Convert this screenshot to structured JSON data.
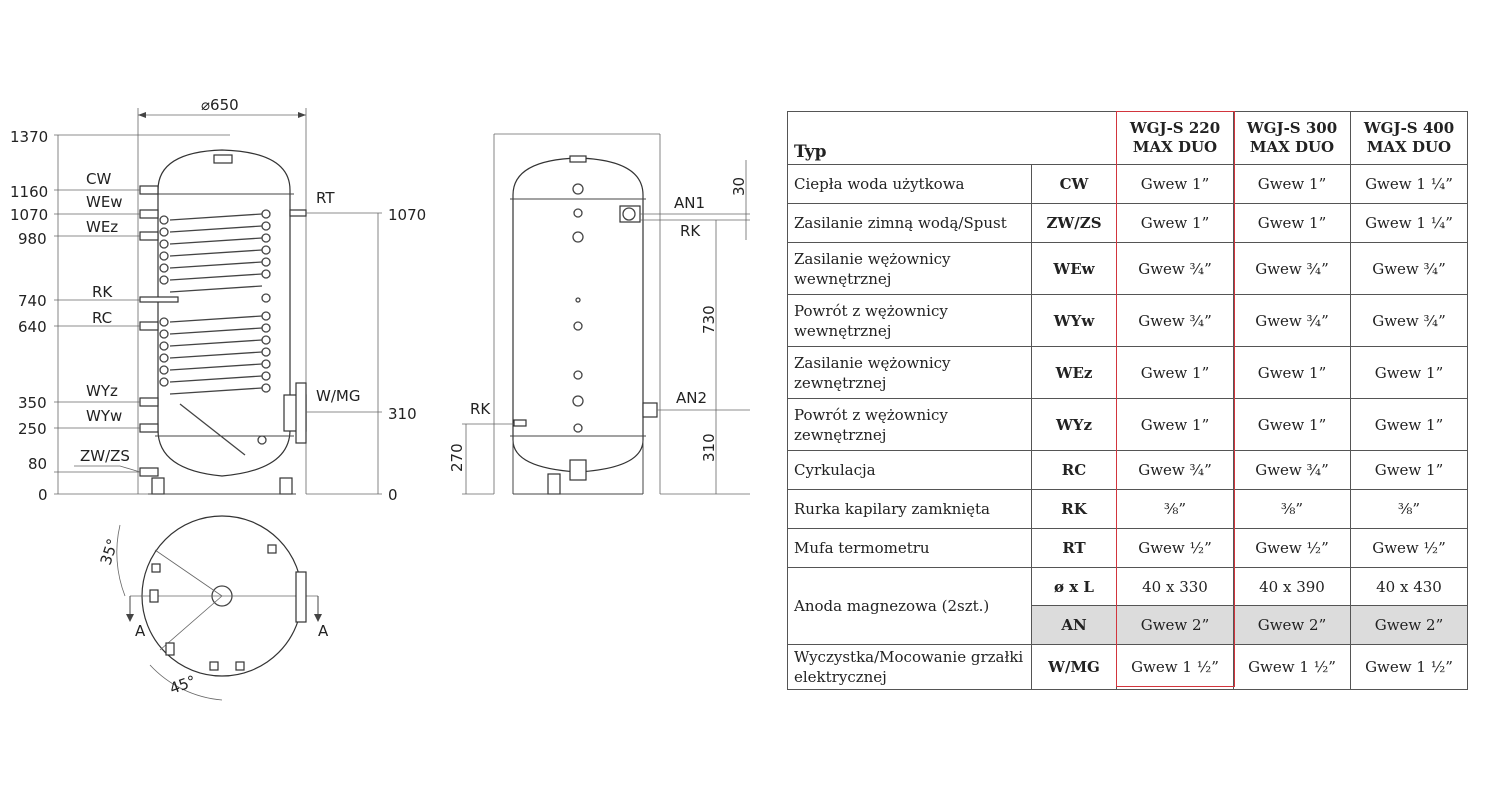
{
  "front_view": {
    "diameter": "650",
    "levels_left": [
      "1370",
      "1160",
      "1070",
      "980",
      "740",
      "640",
      "350",
      "250",
      "80",
      "0"
    ],
    "levels_right": [
      "1070",
      "310",
      "0"
    ],
    "labels_left": [
      "CW",
      "WEw",
      "WEz",
      "RK",
      "RC",
      "WYz",
      "WYw",
      "ZW/ZS"
    ],
    "labels_right": [
      "RT",
      "W/MG"
    ]
  },
  "side_view": {
    "labels_right": [
      "AN1",
      "RK",
      "AN2"
    ],
    "label_left": "RK",
    "dims": [
      "30",
      "730",
      "310",
      "270"
    ]
  },
  "top_view": {
    "angle_top": "35°",
    "angle_bottom": "45°",
    "section_left": "A",
    "section_right": "A"
  },
  "table": {
    "header": {
      "type": "Typ",
      "models": [
        "WGJ-S 220\nMAX DUO",
        "WGJ-S 300\nMAX DUO",
        "WGJ-S 400\nMAX DUO"
      ]
    },
    "rows": [
      {
        "name": "Ciepła woda użytkowa",
        "code": "CW",
        "v": [
          "Gwew 1”",
          "Gwew 1”",
          "Gwew 1 ¼”"
        ]
      },
      {
        "name": "Zasilanie zimną wodą/Spust",
        "code": "ZW/ZS",
        "v": [
          "Gwew 1”",
          "Gwew 1”",
          "Gwew 1 ¼”"
        ]
      },
      {
        "name": "Zasilanie wężownicy wewnętrznej",
        "code": "WEw",
        "v": [
          "Gwew ¾”",
          "Gwew ¾”",
          "Gwew ¾”"
        ]
      },
      {
        "name": "Powrót z wężownicy wewnętrznej",
        "code": "WYw",
        "v": [
          "Gwew ¾”",
          "Gwew ¾”",
          "Gwew ¾”"
        ]
      },
      {
        "name": "Zasilanie wężownicy zewnętrznej",
        "code": "WEz",
        "v": [
          "Gwew 1”",
          "Gwew 1”",
          "Gwew 1”"
        ]
      },
      {
        "name": "Powrót z wężownicy zewnętrznej",
        "code": "WYz",
        "v": [
          "Gwew 1”",
          "Gwew 1”",
          "Gwew 1”"
        ]
      },
      {
        "name": "Cyrkulacja",
        "code": "RC",
        "v": [
          "Gwew ¾”",
          "Gwew ¾”",
          "Gwew 1”"
        ]
      },
      {
        "name": "Rurka kapilary zamknięta",
        "code": "RK",
        "v": [
          "⅜”",
          "⅜”",
          "⅜”"
        ]
      },
      {
        "name": "Mufa termometru",
        "code": "RT",
        "v": [
          "Gwew ½”",
          "Gwew ½”",
          "Gwew ½”"
        ]
      }
    ],
    "anode": {
      "name": "Anoda magnezowa (2szt.)",
      "code1": "ø x L",
      "v1": [
        "40 x 330",
        "40 x 390",
        "40 x 430"
      ],
      "code2": "AN",
      "v2": [
        "Gwew 2”",
        "Gwew 2”",
        "Gwew 2”"
      ]
    },
    "last": {
      "name": "Wyczystka/Mocowanie grzałki elektrycznej",
      "code": "W/MG",
      "v": [
        "Gwew 1 ½”",
        "Gwew 1 ½”",
        "Gwew 1 ½”"
      ]
    }
  }
}
